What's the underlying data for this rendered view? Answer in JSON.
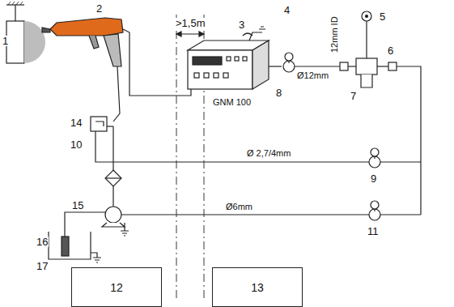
{
  "diagram": {
    "nodes": [
      {
        "text": [
          "12"
        ]
      },
      {
        "text": [
          "13"
        ]
      }
    ],
    "labels": [
      "1",
      "2",
      ">1,5m",
      "3",
      "4",
      "5",
      "12mm ID",
      "6",
      "7",
      "Ø12mm",
      "GNM 100",
      "8",
      "14",
      "10",
      "15",
      "16",
      "17",
      "Ø 2,7/4mm",
      "9",
      "Ø6mm",
      "11"
    ]
  }
}
